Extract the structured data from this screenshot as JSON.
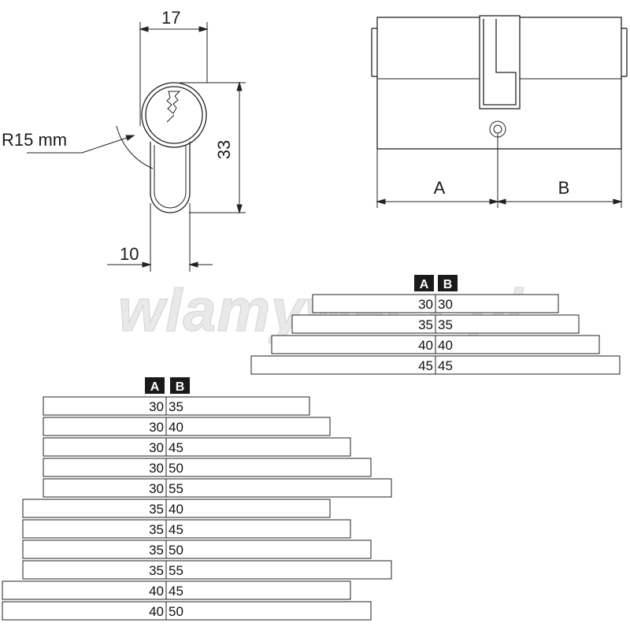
{
  "watermark": "wlamywacz.pl",
  "front_view": {
    "width_label": "17",
    "height_label": "33",
    "stem_label": "10",
    "radius_label": "R15 mm"
  },
  "side_view": {
    "a_label": "A",
    "b_label": "B"
  },
  "symmetric_table": {
    "header": [
      "A",
      "B"
    ],
    "rows": [
      {
        "a": "30",
        "b": "30"
      },
      {
        "a": "35",
        "b": "35"
      },
      {
        "a": "40",
        "b": "40"
      },
      {
        "a": "45",
        "b": "45"
      }
    ]
  },
  "asymmetric_table": {
    "header": [
      "A",
      "B"
    ],
    "rows": [
      {
        "a": "30",
        "b": "35"
      },
      {
        "a": "30",
        "b": "40"
      },
      {
        "a": "30",
        "b": "45"
      },
      {
        "a": "30",
        "b": "50"
      },
      {
        "a": "30",
        "b": "55"
      },
      {
        "a": "35",
        "b": "40"
      },
      {
        "a": "35",
        "b": "45"
      },
      {
        "a": "35",
        "b": "50"
      },
      {
        "a": "35",
        "b": "55"
      },
      {
        "a": "40",
        "b": "45"
      },
      {
        "a": "40",
        "b": "50"
      }
    ]
  }
}
